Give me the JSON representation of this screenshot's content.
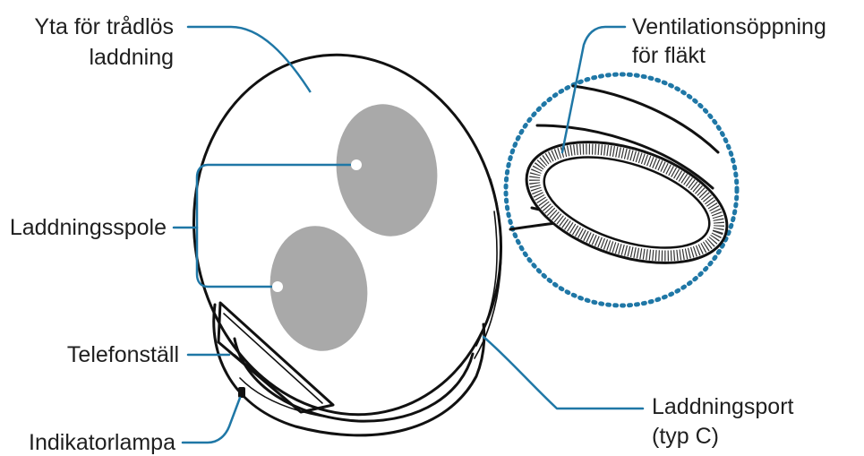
{
  "labels": {
    "wireless_surface_line1": "Yta för trådlös",
    "wireless_surface_line2": "laddning",
    "charging_coil": "Laddningsspole",
    "phone_stand": "Telefonställ",
    "indicator_light": "Indikatorlampa",
    "fan_vent_line1": "Ventilationsöppning",
    "fan_vent_line2": "för fläkt",
    "charging_port_line1": "Laddningsport",
    "charging_port_line2": "(typ C)"
  },
  "colors": {
    "leader_line": "#1f77a6",
    "coil_fill": "#a9a9a9",
    "dotted_circle": "#1f77a6",
    "outline": "#111111"
  }
}
